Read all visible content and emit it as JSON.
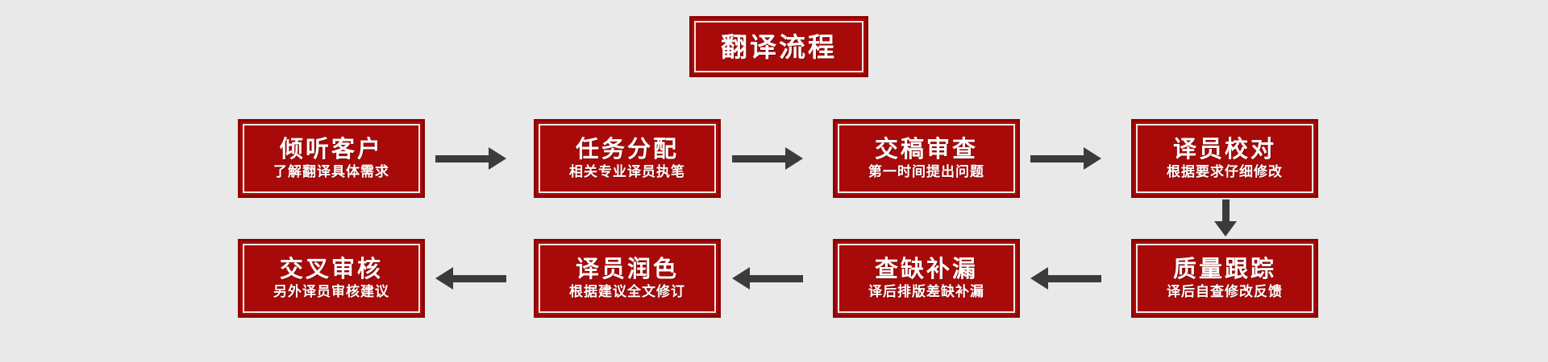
{
  "page": {
    "background_color": "#e9e9e9",
    "box_fill_color": "#a80a0a",
    "box_border_color": "#8e0202",
    "box_inner_border_color": "#f2e9e5",
    "text_color": "#ffffff",
    "arrow_color": "#3b3b3b"
  },
  "title": {
    "text": "翻译流程"
  },
  "steps": [
    {
      "heading": "倾听客户",
      "subtitle": "了解翻译具体需求",
      "row": 1,
      "order": 1
    },
    {
      "heading": "任务分配",
      "subtitle": "相关专业译员执笔",
      "row": 1,
      "order": 2
    },
    {
      "heading": "交稿审查",
      "subtitle": "第一时间提出问题",
      "row": 1,
      "order": 3
    },
    {
      "heading": "译员校对",
      "subtitle": "根据要求仔细修改",
      "row": 1,
      "order": 4
    },
    {
      "heading": "质量跟踪",
      "subtitle": "译后自查修改反馈",
      "row": 2,
      "order": 5
    },
    {
      "heading": "查缺补漏",
      "subtitle": "译后排版差缺补漏",
      "row": 2,
      "order": 6
    },
    {
      "heading": "译员润色",
      "subtitle": "根据建议全文修订",
      "row": 2,
      "order": 7
    },
    {
      "heading": "交叉审核",
      "subtitle": "另外译员审核建议",
      "row": 2,
      "order": 8
    }
  ],
  "connectors": [
    {
      "name": "arrow-step1-to-step2",
      "direction": "right"
    },
    {
      "name": "arrow-step2-to-step3",
      "direction": "right"
    },
    {
      "name": "arrow-step3-to-step4",
      "direction": "right"
    },
    {
      "name": "arrow-step4-to-step5",
      "direction": "down"
    },
    {
      "name": "arrow-step5-to-step6",
      "direction": "left"
    },
    {
      "name": "arrow-step6-to-step7",
      "direction": "left"
    },
    {
      "name": "arrow-step7-to-step8",
      "direction": "left"
    }
  ]
}
